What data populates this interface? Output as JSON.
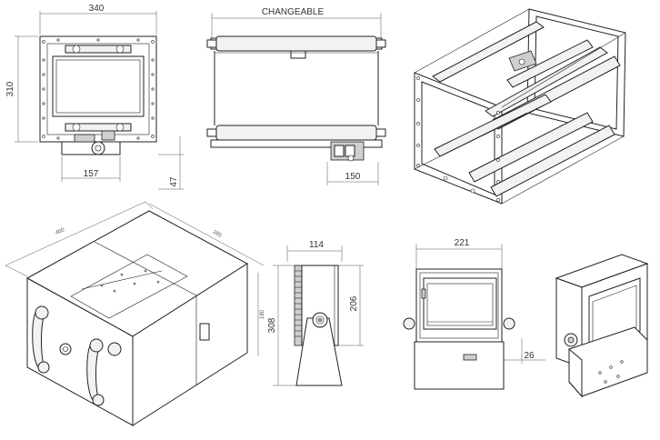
{
  "drawing": {
    "views": {
      "front_frame": {
        "width_label": "340",
        "height_label": "310",
        "bracket_label": "157",
        "depth_label": "47"
      },
      "side_roller": {
        "length_label": "CHANGEABLE",
        "base_label": "150"
      },
      "cabinet_iso": {
        "length_label": "400",
        "width_label": "285",
        "height_label": "180"
      },
      "side_mount": {
        "depth_label": "114",
        "height_label": "308",
        "inner_height_label": "206"
      },
      "front_mount": {
        "width_label": "221",
        "offset_label": "26"
      }
    }
  }
}
